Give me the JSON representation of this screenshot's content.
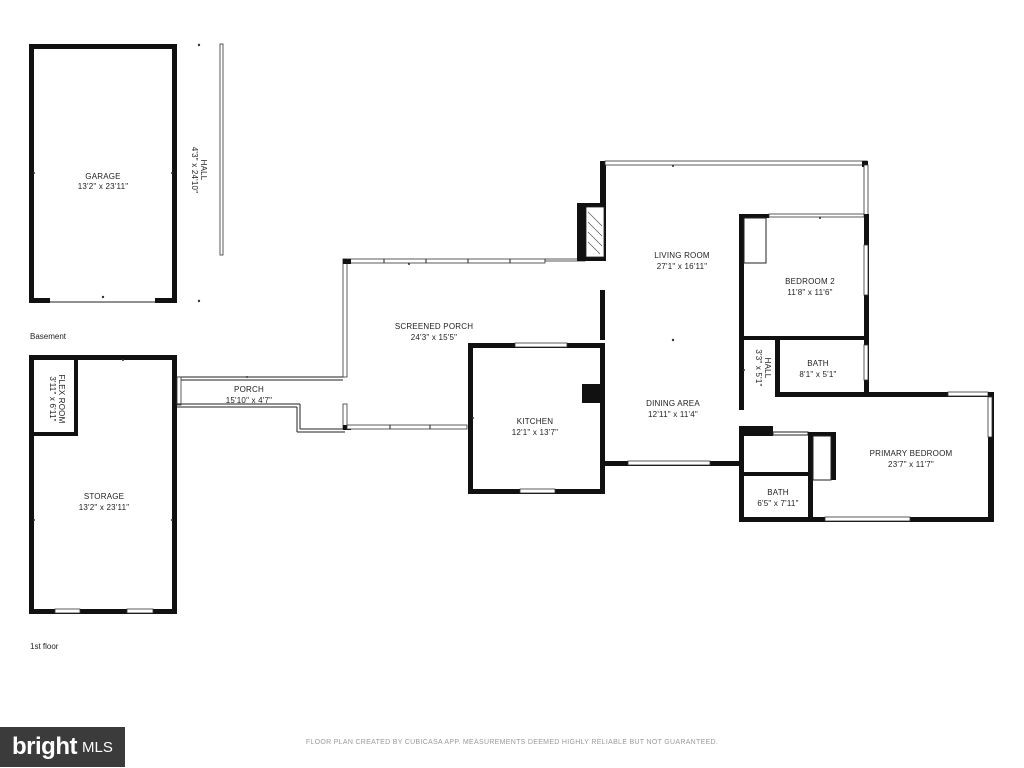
{
  "floors": {
    "basement_label": "Basement",
    "first_floor_label": "1st floor"
  },
  "rooms": {
    "garage": {
      "name": "GARAGE",
      "size": "13'2\" x 23'11\""
    },
    "hall_upper": {
      "name": "HALL",
      "size": "4'3\" x 24'10\""
    },
    "flex_room": {
      "name": "FLEX ROOM",
      "size": "3'11\" x 6'11\""
    },
    "storage": {
      "name": "STORAGE",
      "size": "13'2\" x 23'11\""
    },
    "porch": {
      "name": "PORCH",
      "size": "15'10\" x 4'7\""
    },
    "screened_porch": {
      "name": "SCREENED PORCH",
      "size": "24'3\" x 15'5\""
    },
    "kitchen": {
      "name": "KITCHEN",
      "size": "12'1\" x 13'7\""
    },
    "living_room": {
      "name": "LIVING ROOM",
      "size": "27'1\" x 16'11\""
    },
    "dining_area": {
      "name": "DINING AREA",
      "size": "12'11\" x 11'4\""
    },
    "bedroom2": {
      "name": "BEDROOM 2",
      "size": "11'8\" x 11'6\""
    },
    "hall_lower": {
      "name": "HALL",
      "size": "3'3\" x 5'1\""
    },
    "bath1": {
      "name": "BATH",
      "size": "8'1\" x 5'1\""
    },
    "primary_bedroom": {
      "name": "PRIMARY BEDROOM",
      "size": "23'7\" x 11'7\""
    },
    "bath2": {
      "name": "BATH",
      "size": "6'5\" x 7'11\""
    }
  },
  "footer": {
    "disclaimer": "FLOOR PLAN CREATED BY CUBICASA APP. MEASUREMENTS DEEMED HIGHLY RELIABLE BUT NOT GUARANTEED."
  },
  "logo": {
    "brand": "bright",
    "suffix": "MLS"
  }
}
